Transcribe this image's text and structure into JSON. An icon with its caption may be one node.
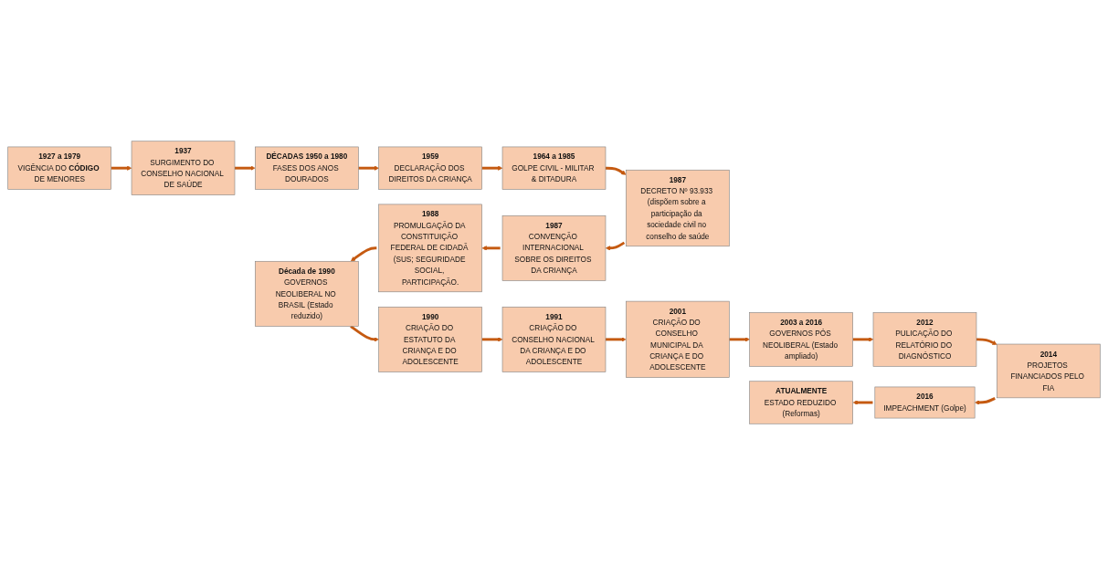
{
  "diagram": {
    "nodes": [
      {
        "text": [
          "1927 a 1979",
          "VIGÊNCIA DO **CÓDIGO** DE MENORES"
        ]
      },
      {
        "text": [
          "1937",
          "SURGIMENTO DO CONSELHO NACIONAL DE SAÚDE"
        ]
      },
      {
        "text": [
          "DÉCADAS 1950 a 1980",
          "FASES DOS ANOS DOURADOS"
        ]
      },
      {
        "text": [
          "1959",
          "DECLARAÇÃO DOS DIREITOS DA CRIANÇA"
        ]
      },
      {
        "text": [
          "1964 a 1985",
          "GOLPE CIVIL - MILITAR & DITADURA"
        ]
      },
      {
        "text": [
          "Década de 1990",
          "GOVERNOS NEOLIBERAL NO BRASIL (Estado reduzido)"
        ]
      },
      {
        "text": [
          "1988",
          "PROMULGAÇÃO DA CONSTITUIÇÃO FEDERAL DE CIDADÃ (SUS; SEGURIDADE SOCIAL, PARTICIPAÇÃO."
        ]
      },
      {
        "text": [
          "1987",
          "CONVENÇÃO INTERNACIONAL SOBRE OS DIREITOS DA CRIANÇA"
        ]
      },
      {
        "text": [
          "1987",
          "DECRETO Nº 93.933 (dispõem sobre a participação da sociedade civil no conselho de saúde"
        ]
      },
      {
        "text": [
          "1990",
          "CRIAÇÃO DO ESTATUTO DA CRIANÇA E DO ADOLESCENTE"
        ]
      },
      {
        "text": [
          "1991",
          "CRIAÇÃO DO CONSELHO NACIONAL DA CRIANÇA E DO ADOLESCENTE"
        ]
      },
      {
        "text": [
          "2001",
          "CRIAÇÃO DO CONSELHO MUNICIPAL DA CRIANÇA E DO ADOLESCENTE"
        ]
      },
      {
        "text": [
          "2003 a 2016",
          "GOVERNOS PÓS NEOLIBERAL (Estado ampliado)"
        ]
      },
      {
        "text": [
          "2012",
          "PULICAÇÃO DO RELATÓRIO DO DIAGNÓSTICO"
        ]
      },
      {
        "text": [
          "ATUALMENTE",
          "ESTADO REDUZIDO (Reformas)"
        ]
      },
      {
        "text": [
          "2016",
          "IMPEACHMENT (Golpe)"
        ]
      },
      {
        "text": [
          "2014",
          "PROJETOS FINANCIADOS PELO FIA"
        ]
      }
    ],
    "edges": [
      {
        "from": 0,
        "to": 1,
        "arrow": "to"
      },
      {
        "from": 1,
        "to": 2,
        "arrow": "to"
      },
      {
        "from": 2,
        "to": 3,
        "arrow": "to"
      },
      {
        "from": 3,
        "to": 4,
        "arrow": "to"
      },
      {
        "from": 4,
        "to": 8,
        "arrow": "to"
      },
      {
        "from": 8,
        "to": 7,
        "arrow": "to"
      },
      {
        "from": 7,
        "to": 6,
        "arrow": "to"
      },
      {
        "from": 6,
        "to": 5,
        "arrow": "to"
      },
      {
        "from": 5,
        "to": 9,
        "arrow": "to"
      },
      {
        "from": 9,
        "to": 10,
        "arrow": "to"
      },
      {
        "from": 10,
        "to": 11,
        "arrow": "to"
      },
      {
        "from": 11,
        "to": 12,
        "arrow": "to"
      },
      {
        "from": 12,
        "to": 13,
        "arrow": "to"
      },
      {
        "from": 13,
        "to": 16,
        "arrow": "to"
      },
      {
        "from": 16,
        "to": 15,
        "arrow": "to"
      },
      {
        "from": 15,
        "to": 14,
        "arrow": "to"
      }
    ]
  }
}
